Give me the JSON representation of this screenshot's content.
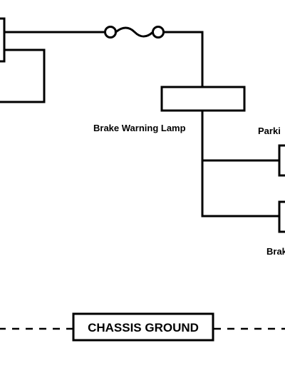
{
  "diagram": {
    "labels": {
      "brake_warning_lamp": "Brake Warning Lamp",
      "parking_brake_switch": "Parki",
      "brake_fluid_switch": "Brak",
      "chassis_ground": "CHASSIS GROUND"
    }
  }
}
